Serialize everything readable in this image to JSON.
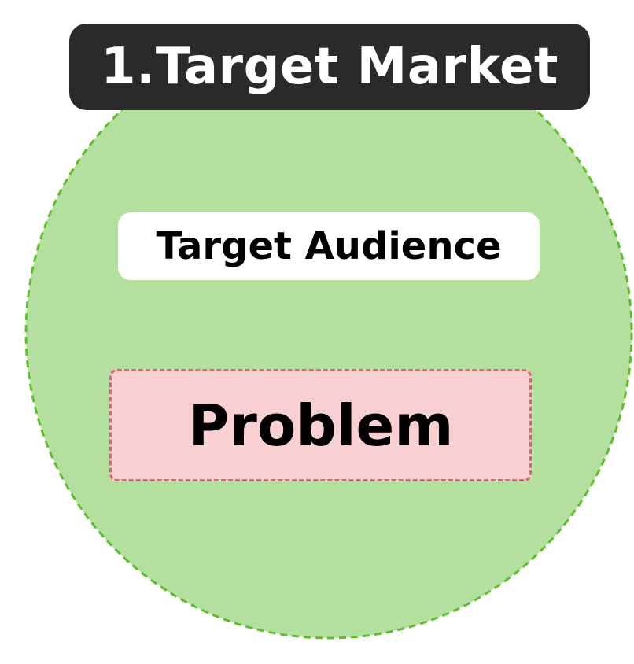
{
  "diagram": {
    "title": "1.Target Market",
    "inner_label": "Target Audience",
    "core_label": "Problem"
  },
  "colors": {
    "circle_fill": "#b3df9f",
    "circle_border": "#5fbf2a",
    "title_bg": "#2a2a2a",
    "title_text": "#ffffff",
    "audience_bg": "#ffffff",
    "problem_fill": "#f8d0d2",
    "problem_border": "#e8606a"
  }
}
